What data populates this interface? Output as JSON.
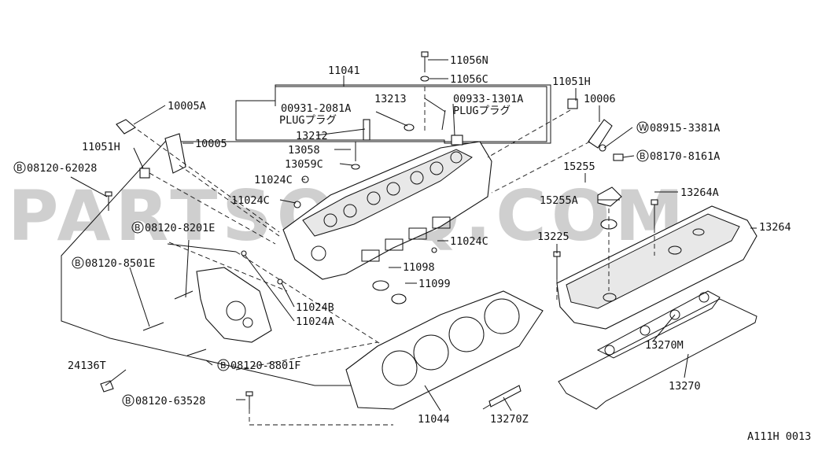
{
  "watermark": "PARTSOUQ.COM",
  "drawing_code": "A111H 0013",
  "labels": {
    "p11041": "11041",
    "p11056N": "11056N",
    "p11056C": "11056C",
    "p11051H_top": "11051H",
    "p10006": "10006",
    "p10005A": "10005A",
    "p13213": "13213",
    "p00931": "00931-2081A",
    "plug1": "PLUGプラグ",
    "p00933": "00933-1301A",
    "plug2": "PLUGプラグ",
    "p08915": "08915-3381A",
    "p08170": "08170-8161A",
    "p11051H_left": "11051H",
    "p10005": "10005",
    "p13212": "13212",
    "p13058": "13058",
    "p13059C": "13059C",
    "p08120_62028": "08120-62028",
    "p11024C_a": "11024C",
    "p11024C_b": "11024C",
    "p15255": "15255",
    "p15255A": "15255A",
    "p13264A": "13264A",
    "p13264": "13264",
    "p08120_8201E": "08120-8201E",
    "p13225": "13225",
    "p11024C_c": "11024C",
    "p08120_8501E": "08120-8501E",
    "p11098": "11098",
    "p11099": "11099",
    "p11024B": "11024B",
    "p11024A": "11024A",
    "p13270M": "13270M",
    "p24136T": "24136T",
    "p08120_8801F": "08120-8801F",
    "p13270": "13270",
    "p08120_63528": "08120-63528",
    "p11044": "11044",
    "p13270Z": "13270Z"
  },
  "prefix_marks": {
    "bolt": "B",
    "washer": "W"
  }
}
